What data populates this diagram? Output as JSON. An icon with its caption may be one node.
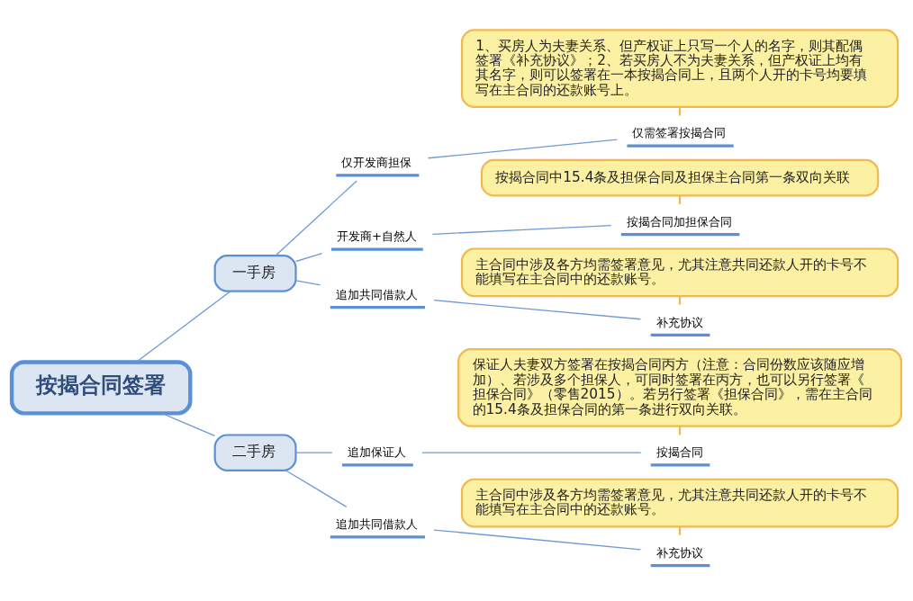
{
  "diagram": {
    "nodes": [
      {
        "text": [
          "按揭合同签署"
        ]
      },
      {
        "text": [
          "一手房"
        ]
      },
      {
        "text": [
          "仅开发商担保"
        ]
      },
      {
        "text": [
          "1、买房人为夫妻关系、但产权证上只写一个人的名字，则其配偶签署《补充协议》；2、若买房人不为夫妻关系，但产权证上均有其名字，则可以签署在一本按揭合同上，且两个人开的卡号均要填写在主合同的还款账号上。"
        ]
      },
      {
        "text": [
          "仅需签署按揭合同"
        ]
      },
      {
        "text": [
          "开发商+自然人"
        ]
      },
      {
        "text": [
          "按揭合同中15.4条及担保合同及担保主合同第一条双向关联"
        ]
      },
      {
        "text": [
          "按揭合同加担保合同"
        ]
      },
      {
        "text": [
          "追加共同借款人"
        ]
      },
      {
        "text": [
          "主合同中涉及各方均需签署意见，尤其注意共同还款人开的卡号不能填写在主合同中的还款账号。"
        ]
      },
      {
        "text": [
          "补充协议"
        ]
      },
      {
        "text": [
          "二手房"
        ]
      },
      {
        "text": [
          "追加保证人"
        ]
      },
      {
        "text": [
          "保证人夫妻双方签署在按揭合同丙方（注意：合同份数应该随应增加）、若涉及多个担保人，可同时签署在丙方，也可以另行签署《担保合同》（零售2015）。若另行签署《担保合同》，需在主合同的15.4条及担保合同的第一条进行双向关联。"
        ]
      },
      {
        "text": [
          "按揭合同"
        ]
      },
      {
        "text": [
          "追加共同借款人"
        ]
      },
      {
        "text": [
          "主合同中涉及各方均需签署意见，尤其注意共同还款人开的卡号不能填写在主合同中的还款账号。"
        ]
      },
      {
        "text": [
          "补充协议"
        ]
      }
    ],
    "edges": [
      {
        "from": 0,
        "to": 1,
        "arrow": "none"
      },
      {
        "from": 1,
        "to": 2,
        "arrow": "none"
      },
      {
        "from": 2,
        "to": 4,
        "arrow": "none"
      },
      {
        "from": 3,
        "to": 4,
        "arrow": "none",
        "color": "#f1b84c"
      },
      {
        "from": 1,
        "to": 5,
        "arrow": "none"
      },
      {
        "from": 5,
        "to": 7,
        "arrow": "none"
      },
      {
        "from": 6,
        "to": 7,
        "arrow": "none",
        "color": "#f1b84c"
      },
      {
        "from": 1,
        "to": 8,
        "arrow": "none"
      },
      {
        "from": 8,
        "to": 10,
        "arrow": "none"
      },
      {
        "from": 9,
        "to": 10,
        "arrow": "none",
        "color": "#f1b84c"
      },
      {
        "from": 0,
        "to": 11,
        "arrow": "none"
      },
      {
        "from": 11,
        "to": 12,
        "arrow": "none"
      },
      {
        "from": 12,
        "to": 14,
        "arrow": "none"
      },
      {
        "from": 13,
        "to": 14,
        "arrow": "none",
        "color": "#f1b84c"
      },
      {
        "from": 11,
        "to": 15,
        "arrow": "none"
      },
      {
        "from": 15,
        "to": 17,
        "arrow": "none"
      },
      {
        "from": 16,
        "to": 17,
        "arrow": "none",
        "color": "#f1b84c"
      }
    ]
  }
}
